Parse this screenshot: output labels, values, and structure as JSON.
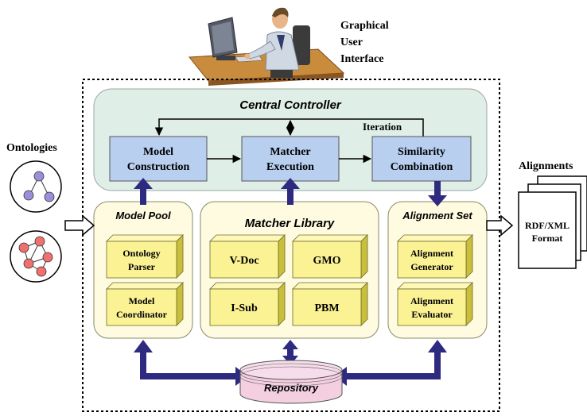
{
  "gui_label": [
    "Graphical",
    "User",
    "Interface"
  ],
  "central_controller": {
    "title": "Central Controller",
    "iteration_label": "Iteration",
    "boxes": [
      [
        "Model",
        "Construction"
      ],
      [
        "Matcher",
        "Execution"
      ],
      [
        "Similarity",
        "Combination"
      ]
    ]
  },
  "ontologies_label": "Ontologies",
  "alignments_label": "Alignments",
  "alignment_doc": [
    "RDF/XML",
    "Format"
  ],
  "model_pool": {
    "title": "Model Pool",
    "items": [
      [
        "Ontology",
        "Parser"
      ],
      [
        "Model",
        "Coordinator"
      ]
    ]
  },
  "matcher_library": {
    "title": "Matcher Library",
    "items": [
      "V-Doc",
      "GMO",
      "I-Sub",
      "PBM"
    ]
  },
  "alignment_set": {
    "title": "Alignment Set",
    "items": [
      [
        "Alignment",
        "Generator"
      ],
      [
        "Alignment",
        "Evaluator"
      ]
    ]
  },
  "repository_label": "Repository",
  "colors": {
    "controller_fill": "#dfeee6",
    "panel_fill": "#fefbe0",
    "box_fill": "#b8cff0",
    "cube_fill": "#fbf293",
    "arrow_blue": "#2e2a80",
    "repo_fill": "#f3cfe0",
    "node_purple": "#9a8fd8",
    "node_red": "#f07070"
  }
}
